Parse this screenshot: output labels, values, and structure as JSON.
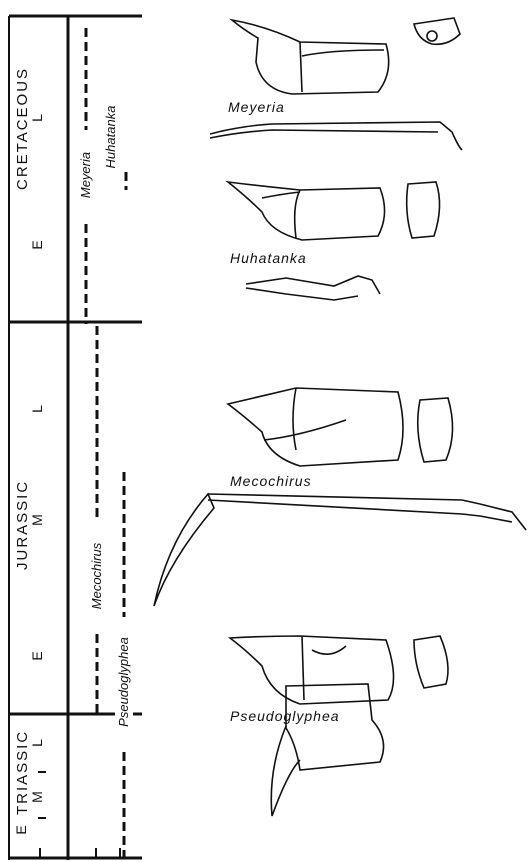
{
  "periods": [
    "CRETACEOUS",
    "JURASSIC",
    "TRIASSIC"
  ],
  "epochs": {
    "cretaceous": [
      "L",
      "E"
    ],
    "jurassic": [
      "L",
      "M",
      "E"
    ],
    "triassic": [
      "L",
      "M",
      "E"
    ]
  },
  "taxa": [
    "Meyeria",
    "Huhatanka",
    "Mecochirus",
    "Pseudoglyphea"
  ],
  "captions": [
    "Meyeria",
    "Huhatanka",
    "Mecochirus",
    "Pseudoglyphea"
  ],
  "colors": {
    "ink": "#111111",
    "background": "#ffffff"
  }
}
